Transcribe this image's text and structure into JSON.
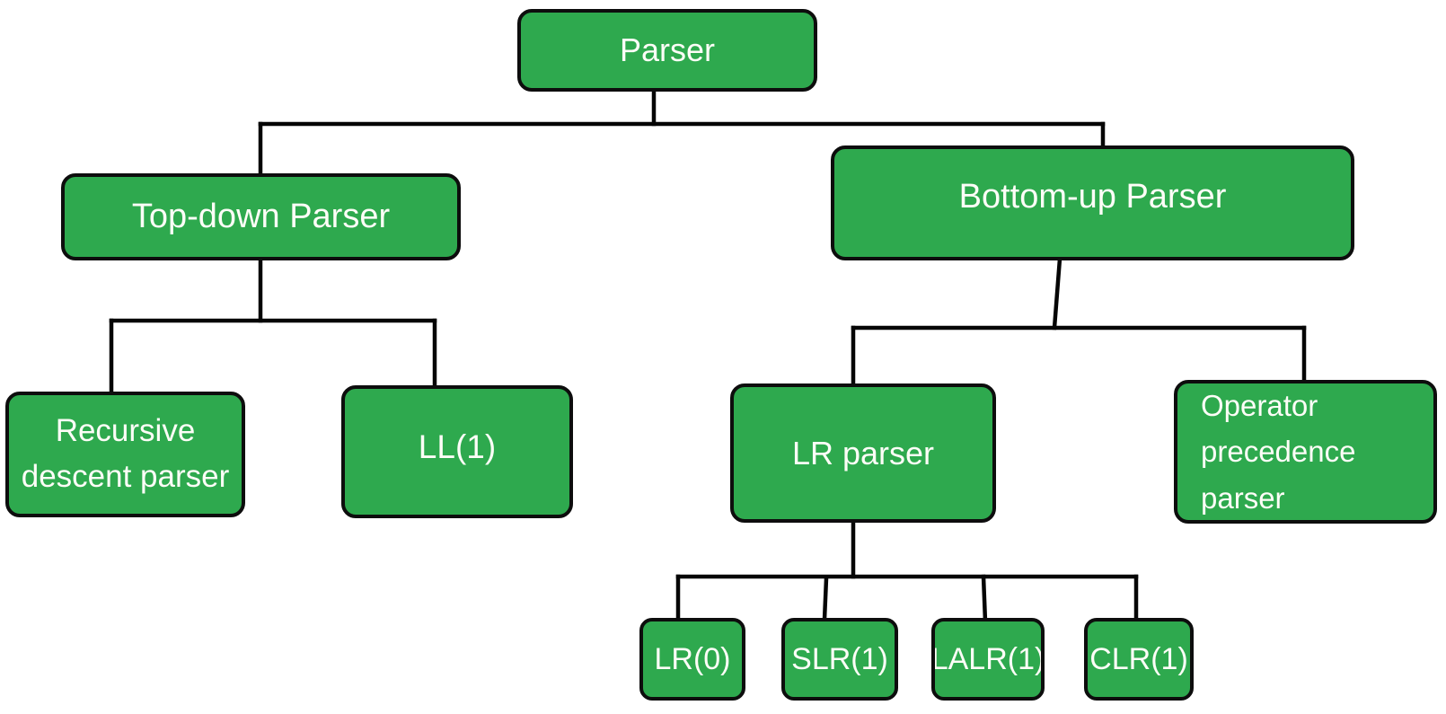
{
  "diagram": {
    "type": "tree",
    "nodes": {
      "parser": {
        "label": "Parser"
      },
      "top_down": {
        "label": "Top-down Parser"
      },
      "bottom_up": {
        "label": "Bottom-up Parser"
      },
      "recursive_descent": {
        "label": "Recursive\ndescent parser"
      },
      "ll1": {
        "label": "LL(1)"
      },
      "lr_parser": {
        "label": "LR parser"
      },
      "operator_precedence": {
        "label": "Operator\nprecedence\nparser"
      },
      "lr0": {
        "label": "LR(0)"
      },
      "slr1": {
        "label": "SLR(1)"
      },
      "lalr1": {
        "label": "LALR(1)"
      },
      "clr1": {
        "label": "CLR(1)"
      }
    },
    "edges": [
      [
        "parser",
        "top_down"
      ],
      [
        "parser",
        "bottom_up"
      ],
      [
        "top_down",
        "recursive_descent"
      ],
      [
        "top_down",
        "ll1"
      ],
      [
        "bottom_up",
        "lr_parser"
      ],
      [
        "bottom_up",
        "operator_precedence"
      ],
      [
        "lr_parser",
        "lr0"
      ],
      [
        "lr_parser",
        "slr1"
      ],
      [
        "lr_parser",
        "lalr1"
      ],
      [
        "lr_parser",
        "clr1"
      ]
    ],
    "colors": {
      "node_fill": "#2EA94E",
      "node_border": "#0d0d0d",
      "text": "#fdfdf7",
      "connector": "#050505",
      "background": "#ffffff"
    }
  }
}
